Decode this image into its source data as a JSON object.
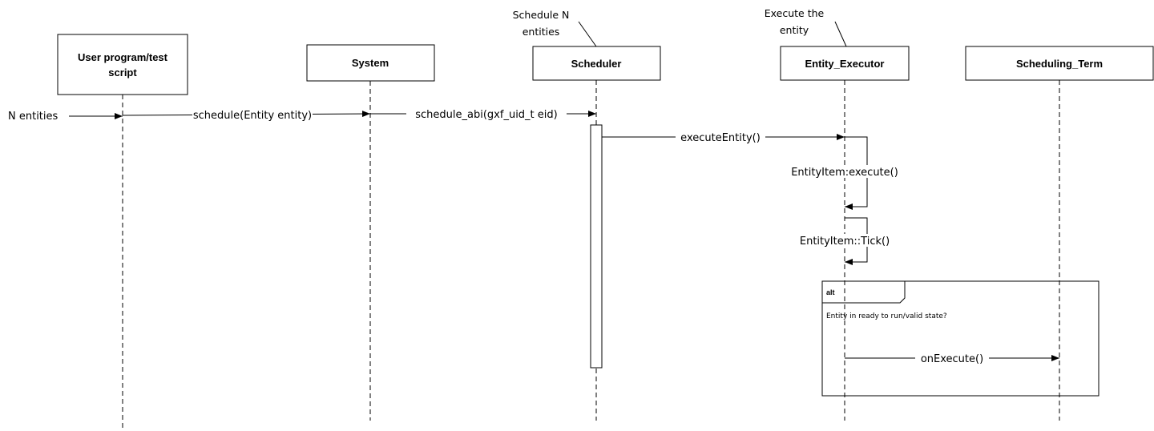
{
  "participants": [
    {
      "id": "user",
      "lines": [
        "User program/test",
        "script"
      ]
    },
    {
      "id": "system",
      "lines": [
        "System"
      ]
    },
    {
      "id": "scheduler",
      "lines": [
        "Scheduler"
      ]
    },
    {
      "id": "executor",
      "lines": [
        "Entity_Executor"
      ]
    },
    {
      "id": "term",
      "lines": [
        "Scheduling_Term"
      ]
    }
  ],
  "notes": {
    "scheduler_note": [
      "Schedule N",
      "entities"
    ],
    "executor_note": [
      "Execute the",
      "entity"
    ]
  },
  "messages": {
    "input": "N entities",
    "schedule": "schedule(Entity entity)",
    "schedule_abi": "schedule_abi(gxf_uid_t eid)",
    "execute_entity": "executeEntity()",
    "item_execute": "EntityItem:execute()",
    "item_tick": "EntityItem::Tick()",
    "on_execute": "onExecute()"
  },
  "alt_fragment": {
    "tag": "alt",
    "condition": "Entity in ready to run/valid state?"
  }
}
